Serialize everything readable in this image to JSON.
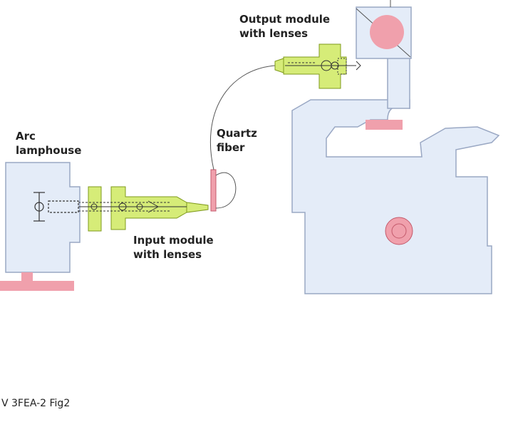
{
  "labels": {
    "arc_lamphouse": [
      "Arc",
      "lamphouse"
    ],
    "input_module": [
      "Input module",
      "with lenses"
    ],
    "quartz_fiber": [
      "Quartz",
      "fiber"
    ],
    "output_module": [
      "Output module",
      "with lenses"
    ],
    "caption": "V 3FEA-2 Fig2"
  },
  "colors": {
    "body_fill": "#e4ecf8",
    "body_stroke": "#9aa8c4",
    "lens_fill": "#d6ec78",
    "lens_stroke": "#7f9a1c",
    "pink": "#f0a0ac",
    "pink_stroke": "#c45a6c",
    "line": "#555555"
  },
  "icons": {
    "lamp": "arc-lamp-icon",
    "fiber_end": "fiber-connector-icon"
  }
}
